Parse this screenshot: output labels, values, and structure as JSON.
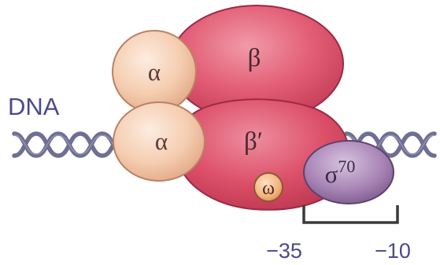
{
  "diagram": {
    "dna_label": "DNA",
    "subunits": {
      "alpha_top": "α",
      "alpha_bottom": "α",
      "beta": "β",
      "beta_prime": "β′",
      "omega": "ω",
      "sigma": {
        "symbol": "σ",
        "superscript": "70"
      }
    },
    "promoter_positions": {
      "left": "−35",
      "right": "−10"
    },
    "colors": {
      "alpha_fill": "#f7d0b3",
      "beta_fill": "#e0566f",
      "beta_prime_fill": "#dc4f68",
      "sigma_fill": "#a986b6",
      "omega_fill": "#f3b37b",
      "dna_strand": "#6f6f93",
      "label_text": "#4a4a8a"
    }
  }
}
